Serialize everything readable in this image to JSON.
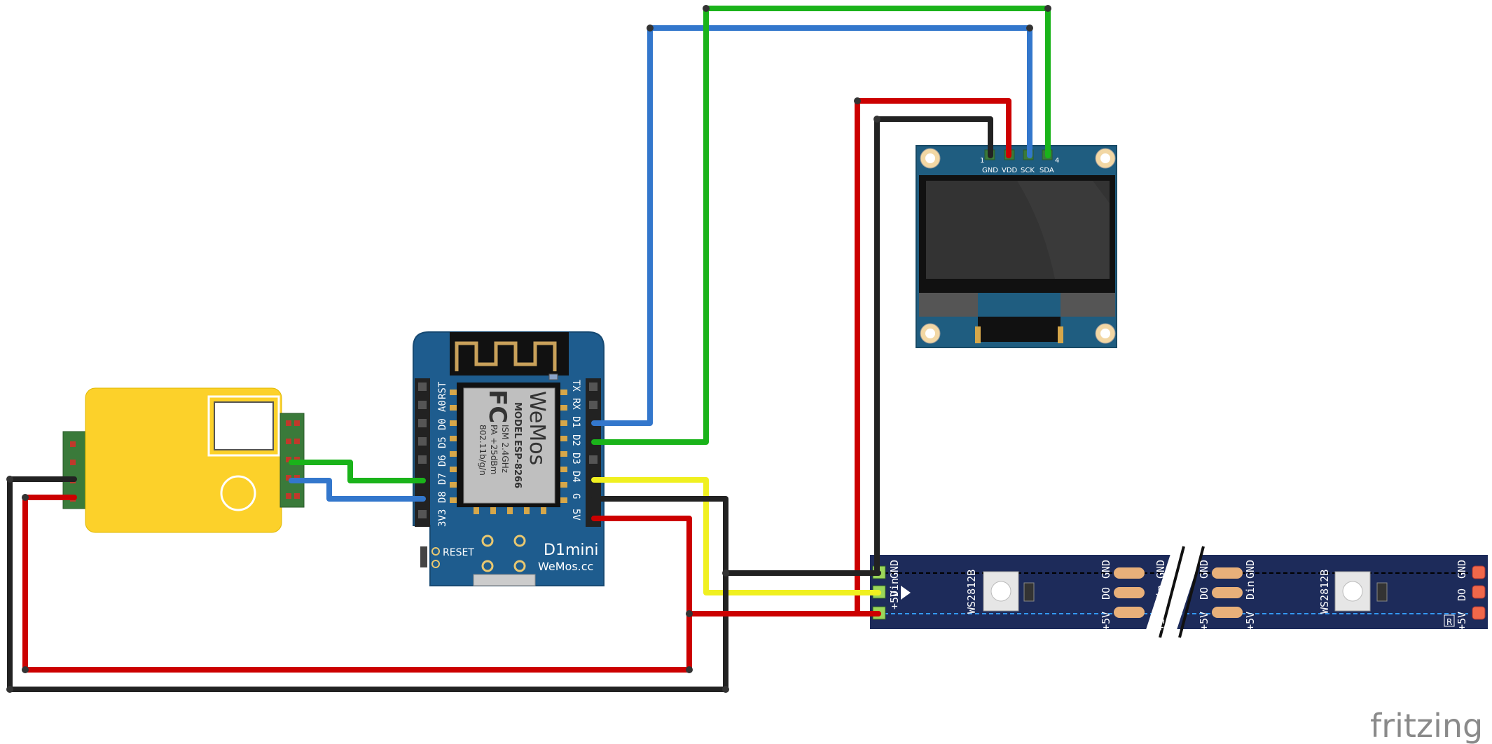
{
  "colors": {
    "wire_black": "#222222",
    "wire_red": "#cc0000",
    "wire_green": "#1ab31a",
    "wire_blue": "#3377cc",
    "wire_yellow": "#f0f020",
    "board_blue": "#1e5c8e",
    "sensor_yellow": "#fcd12a",
    "strip_navy": "#1d2b5a",
    "oled_teal": "#1f5d80"
  },
  "icons": {
    "wemos_logo": "wemos-logo-icon",
    "fcc_logo": "fcc-logo-icon"
  },
  "oled": {
    "pins": [
      "GND",
      "VDD",
      "SCK",
      "SDA"
    ],
    "pin_num_first": "1",
    "pin_num_last": "4"
  },
  "d1mini": {
    "left_pins": [
      "RST",
      "A0",
      "D0",
      "D5",
      "D6",
      "D7",
      "D8",
      "3V3"
    ],
    "right_pins": [
      "TX",
      "RX",
      "D1",
      "D2",
      "D3",
      "D4",
      "G",
      "5V"
    ],
    "reset_label": "RESET",
    "board_name": "D1mini",
    "board_url": "WeMos.cc",
    "brand": "WeMos",
    "model_label": "MODEL",
    "model": "ESP-8266",
    "band": "ISM 2.4GHz",
    "power": "PA +25dBm",
    "wifi": "802.11b/g/n",
    "fcc": "FC"
  },
  "strip": {
    "segment_left": {
      "pins": [
        "GND",
        "Din",
        "+5V"
      ],
      "chip": "WS2812B",
      "out_pins": [
        "GND",
        "DO",
        "+5V"
      ]
    },
    "segment_right": {
      "pins": [
        "GND",
        "Din",
        "+5V"
      ],
      "chip": "WS2812B",
      "out_pins": [
        "GND",
        "DO",
        "+5V"
      ]
    },
    "logo": "R"
  },
  "watermark": "fritzing"
}
